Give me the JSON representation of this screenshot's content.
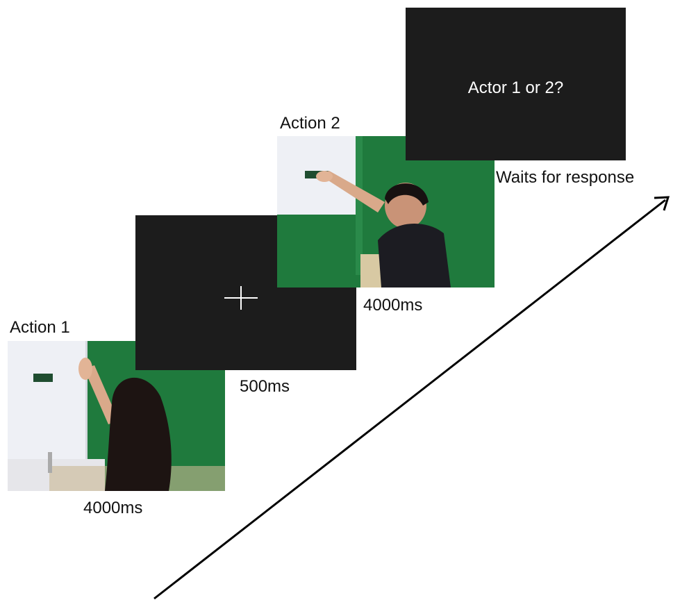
{
  "trial": {
    "action1": {
      "title": "Action 1",
      "duration": "4000ms"
    },
    "fixation": {
      "symbol": "+",
      "duration": "500ms"
    },
    "action2": {
      "title": "Action 2",
      "duration": "4000ms"
    },
    "response": {
      "prompt": "Actor 1 or 2?",
      "caption": "Waits for response"
    }
  },
  "colors": {
    "screen_black": "#1c1c1c",
    "green_screen": "#1f7a3d",
    "wall_white": "#eef0f5",
    "text": "#111111"
  },
  "icons": [
    "fixation-cross-icon",
    "time-arrow-icon"
  ]
}
